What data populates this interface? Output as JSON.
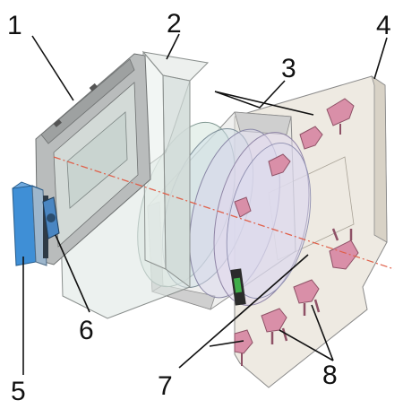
{
  "labels": [
    {
      "id": "1",
      "text": "1"
    },
    {
      "id": "2",
      "text": "2"
    },
    {
      "id": "3",
      "text": "3"
    },
    {
      "id": "4",
      "text": "4"
    },
    {
      "id": "5",
      "text": "5"
    },
    {
      "id": "6",
      "text": "6"
    },
    {
      "id": "7",
      "text": "7"
    },
    {
      "id": "8",
      "text": "8"
    }
  ],
  "colors": {
    "plate": "#e8e2d8",
    "glass": "#d6e3e0",
    "lens": "#cfe0e6",
    "frame": "#9a9a9a",
    "connector": "#d98fa8",
    "sensor_blue": "#3f8fd6",
    "chip_green": "#3fae4a",
    "axis_line": "#e0604a"
  }
}
